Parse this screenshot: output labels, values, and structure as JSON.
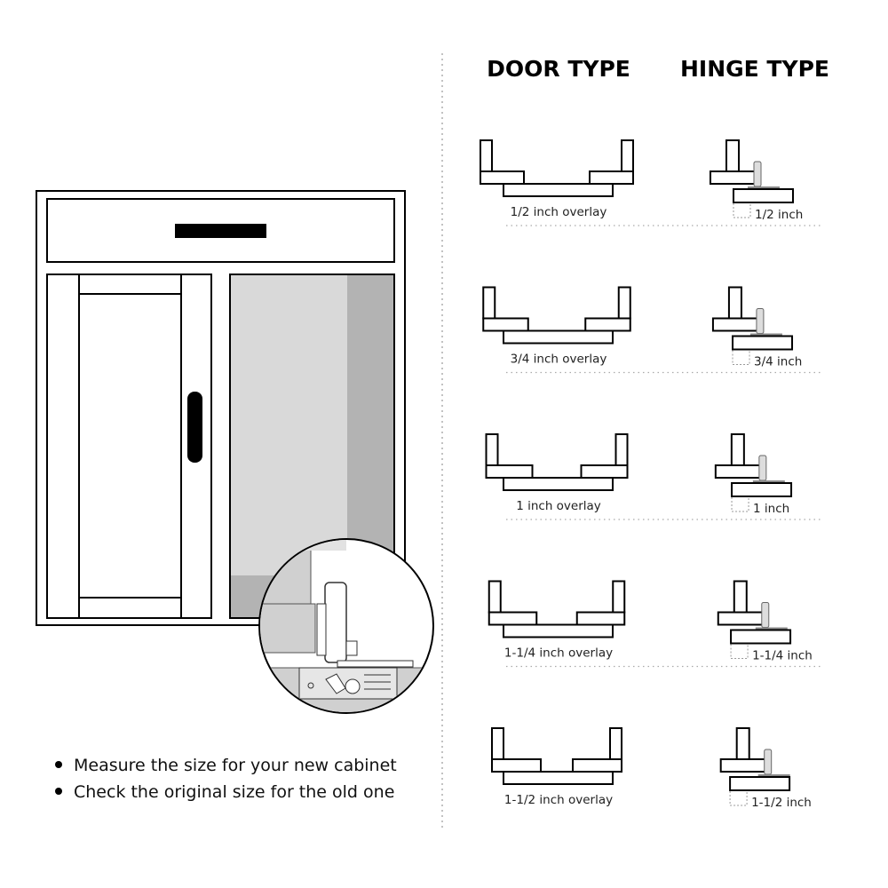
{
  "headings": {
    "door_type": "DOOR TYPE",
    "hinge_type": "HINGE TYPE"
  },
  "rows": [
    {
      "overlay_in": 0.5,
      "door_label": "1/2 inch overlay",
      "hinge_label": "1/2 inch"
    },
    {
      "overlay_in": 0.75,
      "door_label": "3/4 inch overlay",
      "hinge_label": "3/4 inch"
    },
    {
      "overlay_in": 1,
      "door_label": "1 inch overlay",
      "hinge_label": "1 inch"
    },
    {
      "overlay_in": 1.25,
      "door_label": "1-1/4 inch overlay",
      "hinge_label": "1-1/4 inch"
    },
    {
      "overlay_in": 1.5,
      "door_label": "1-1/2 inch overlay",
      "hinge_label": "1-1/2 inch"
    }
  ],
  "bullets": [
    "Measure the size for your new cabinet",
    "Check the original size for the old one"
  ],
  "colors": {
    "panel_light": "#d9d9d9",
    "panel_dark": "#b3b3b3",
    "line": "#000000"
  }
}
